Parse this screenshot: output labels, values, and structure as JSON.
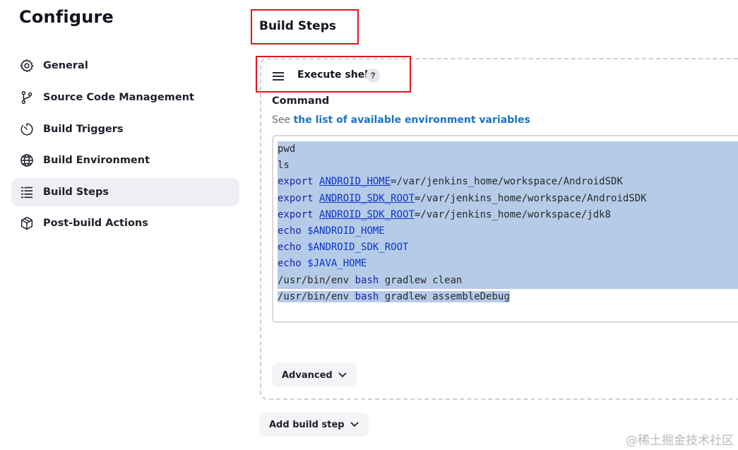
{
  "page": {
    "title": "Configure"
  },
  "sidebar": {
    "items": [
      {
        "label": "General",
        "icon": "gear-icon",
        "active": false
      },
      {
        "label": "Source Code Management",
        "icon": "branch-icon",
        "active": false
      },
      {
        "label": "Build Triggers",
        "icon": "timer-icon",
        "active": false
      },
      {
        "label": "Build Environment",
        "icon": "globe-icon",
        "active": false
      },
      {
        "label": "Build Steps",
        "icon": "list-icon",
        "active": true
      },
      {
        "label": "Post-build Actions",
        "icon": "package-icon",
        "active": false
      }
    ]
  },
  "main": {
    "section_title": "Build Steps",
    "step": {
      "title": "Execute shell",
      "help": "?",
      "field_label": "Command",
      "hint_prefix": "See ",
      "hint_link": "the list of available environment variables",
      "code_lines": [
        "pwd",
        "ls",
        "export ANDROID_HOME=/var/jenkins_home/workspace/AndroidSDK",
        "export ANDROID_SDK_ROOT=/var/jenkins_home/workspace/AndroidSDK",
        "export ANDROID_SDK_ROOT=/var/jenkins_home/workspace/jdk8",
        "echo $ANDROID_HOME",
        "echo $ANDROID_SDK_ROOT",
        "echo $JAVA_HOME",
        "/usr/bin/env bash gradlew clean",
        "/usr/bin/env bash gradlew assembleDebug"
      ],
      "advanced_label": "Advanced"
    },
    "add_step_label": "Add build step"
  },
  "watermark": "@稀土掘金技术社区",
  "colors": {
    "highlight": "#e5131b",
    "link": "#1a73c7",
    "selection": "#b5cbe8"
  }
}
